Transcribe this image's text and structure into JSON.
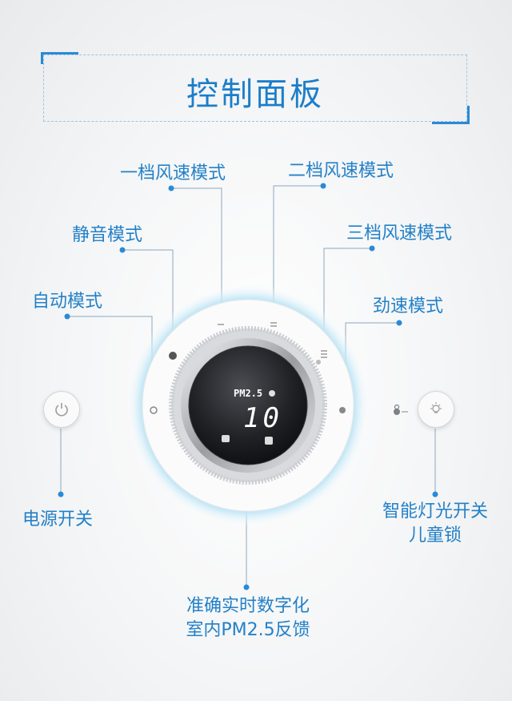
{
  "header": {
    "title": "控制面板"
  },
  "labels": {
    "speed1": "一档风速模式",
    "speed2": "二档风速模式",
    "quiet": "静音模式",
    "speed3": "三档风速模式",
    "auto": "自动模式",
    "turbo": "劲速模式",
    "power": "电源开关",
    "light_line1": "智能灯光开关",
    "light_line2": "儿童锁",
    "pm_line1": "准确实时数字化",
    "pm_line2": "室内PM2.5反馈"
  },
  "display": {
    "pm_label": "PM2.5",
    "pm_value": "10"
  },
  "icons": [
    "power-icon",
    "bulb-icon",
    "lock-icon",
    "pm-sensor-icon",
    "fan-mode-icon"
  ],
  "colors": {
    "accent": "#1c7ec9",
    "dot": "#2a8ad6",
    "glow": "#a9dcf3"
  }
}
